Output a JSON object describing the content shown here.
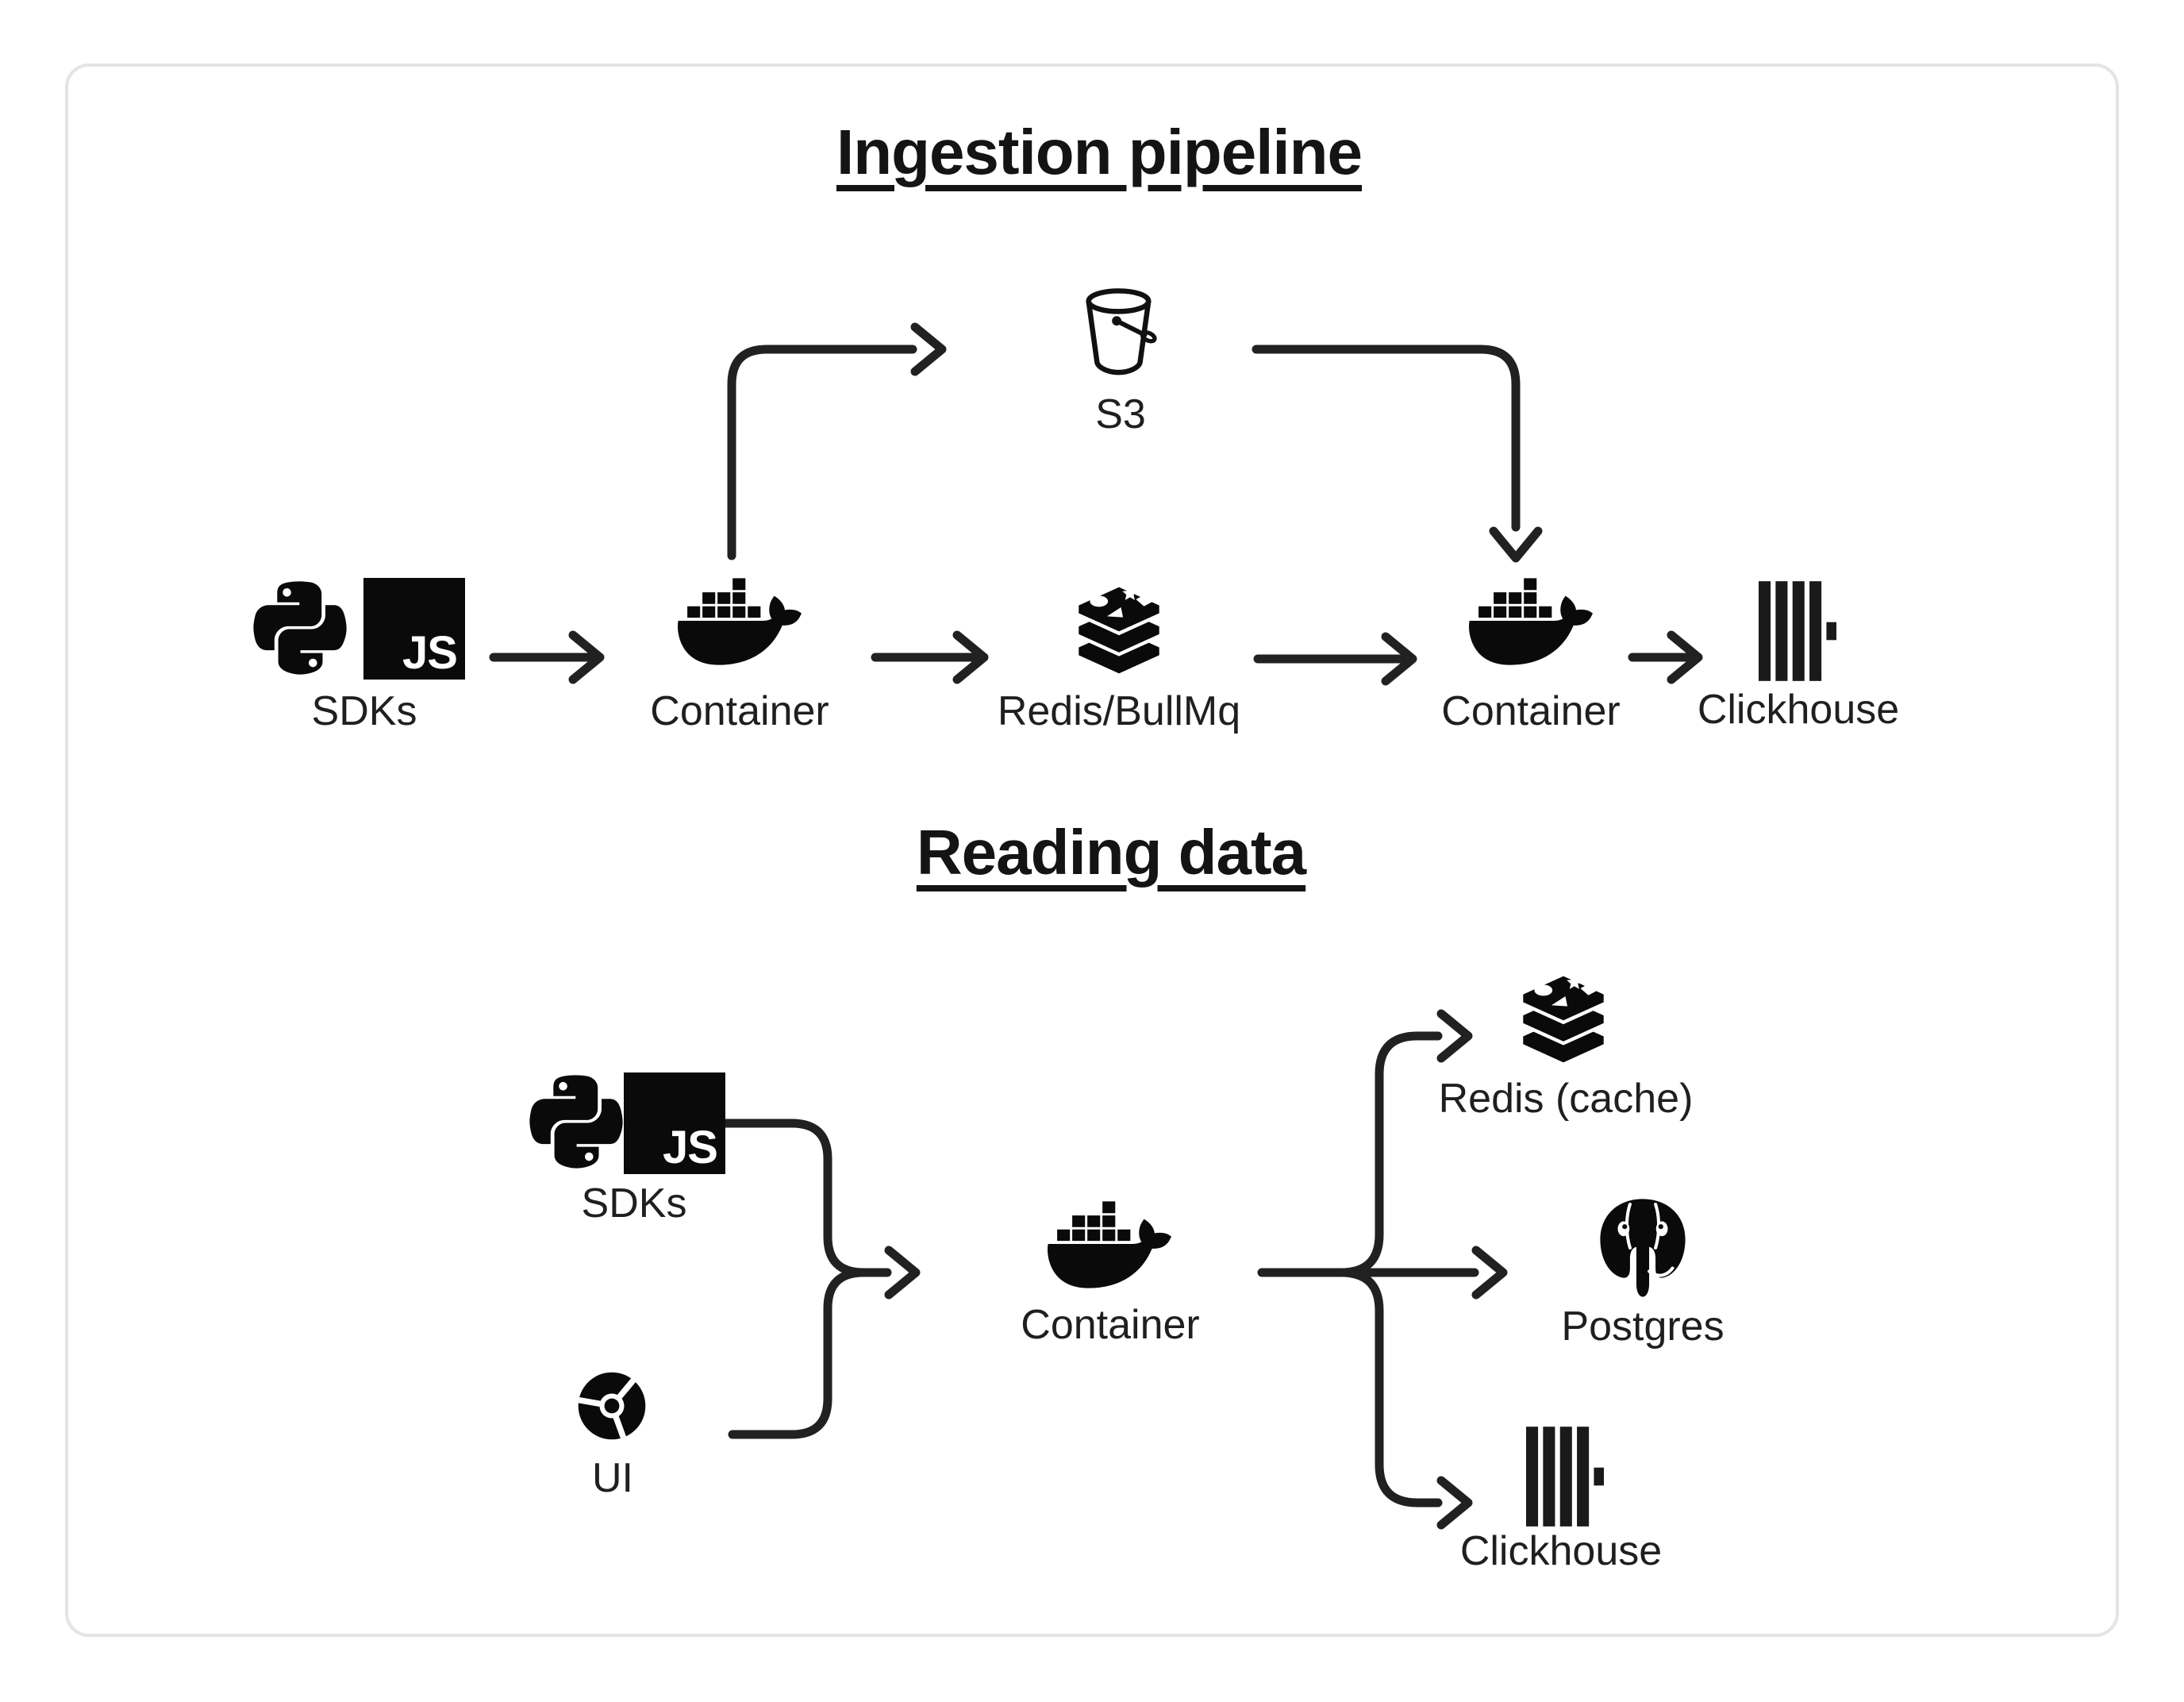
{
  "colors": {
    "background": "#ffffff",
    "card_border": "#e4e4e4",
    "ink": "#141414",
    "line": "#212121",
    "label": "#1f1f1f"
  },
  "ingestion": {
    "title": "Ingestion pipeline",
    "sdks_label": "SDKs",
    "js_badge": "JS",
    "container_left_label": "Container",
    "queue_label": "Redis/BullMq",
    "container_right_label": "Container",
    "clickhouse_label": "Clickhouse",
    "s3_label": "S3"
  },
  "reading": {
    "title": "Reading data",
    "sdks_label": "SDKs",
    "js_badge": "JS",
    "ui_label": "UI",
    "container_label": "Container",
    "redis_cache_label": "Redis (cache)",
    "postgres_label": "Postgres",
    "clickhouse_label": "Clickhouse"
  },
  "icons": {
    "python": "python-icon",
    "javascript": "javascript-icon",
    "docker": "docker-whale-icon",
    "redis": "redis-stack-icon",
    "clickhouse": "clickhouse-bars-icon",
    "s3": "s3-bucket-icon",
    "chrome": "chrome-browser-icon",
    "postgres": "postgres-elephant-icon"
  }
}
